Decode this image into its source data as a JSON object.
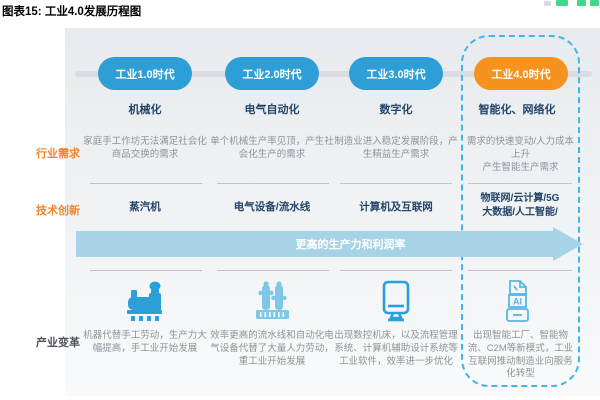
{
  "page": {
    "title": "图表15: 工业4.0发展历程图"
  },
  "colors": {
    "pill_blue": "#2D9FD6",
    "pill_orange": "#F6921E",
    "navy_text": "#25456B",
    "label_orange": "#F0862B",
    "gray_text": "#8F9399",
    "arrow_fill": "#A6D3E6",
    "dashed_border": "#3FB6E8",
    "icon_blue": "#2B9FD8",
    "icon_light_blue": "#7FC7E8"
  },
  "row_labels": {
    "demand": "行业需求",
    "tech": "技术创新",
    "transform": "产业变革"
  },
  "arrow": {
    "label": "更高的生产力和利润率"
  },
  "columns": [
    {
      "era": "工业1.0时代",
      "subtitle": "机械化",
      "demand": "家庭手工作坊无法满足社会化商品交换的需求",
      "tech": "蒸汽机",
      "icon": "locomotive-icon",
      "transform": "机器代替手工劳动，生产力大幅提高，手工业开始发展"
    },
    {
      "era": "工业2.0时代",
      "subtitle": "电气自动化",
      "demand": "单个机械生产率见顶，产生社会化生产的需求",
      "tech": "电气设备/流水线",
      "icon": "factory-icon",
      "transform": "效率更高的流水线和自动化电气设备代替了大量人力劳动，重工业开始发展"
    },
    {
      "era": "工业3.0时代",
      "subtitle": "数字化",
      "demand": "制造业进入稳定发展阶段，产生精益生产需求",
      "tech": "计算机及互联网",
      "icon": "monitor-icon",
      "transform": "出现数控机床，以及流程管理系统、计算机辅助设计系统等工业软件，效率进一步优化"
    },
    {
      "era": "工业4.0时代",
      "subtitle": "智能化、网络化",
      "demand": "需求的快速变动/人力成本上升\n产生智能生产需求",
      "tech": "物联网/云计算/5G\n大数据/人工智能/",
      "icon": "ai-doc-icon",
      "ai_badge": "AI",
      "transform": "出现智能工厂、智能物流、C2M等新模式，工业互联网推动制造业向服务化转型"
    }
  ]
}
